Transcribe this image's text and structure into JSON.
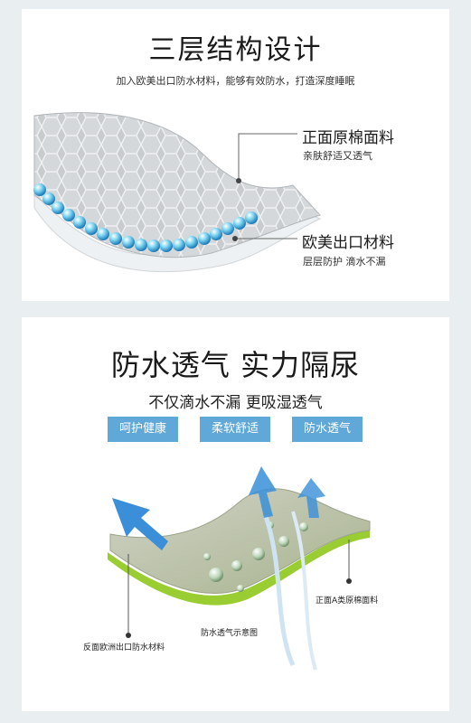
{
  "section1": {
    "title": "三层结构设计",
    "subtitle": "加入欧美出口防水材料，能够有效防水，打造深度睡眠",
    "top_layer": {
      "name": "正面原棉面料",
      "desc": "亲肤舒适又透气"
    },
    "bottom_layer": {
      "name": "欧美出口材料",
      "desc": "层层防护 滴水不漏"
    }
  },
  "section2": {
    "title": "防水透气 实力隔尿",
    "subtitle": "不仅滴水不漏 更吸湿透气",
    "tags": [
      "呵护健康",
      "柔软舒适",
      "防水透气"
    ],
    "callout_top": "正面A类原棉面料",
    "callout_center": "防水透气示意图",
    "callout_bottom": "反面欧洲出口防水材料"
  },
  "colors": {
    "tag_bg": "#5fa8d8",
    "green_layer": "#9acd32",
    "arrow_blue": "#3a8fd8"
  }
}
